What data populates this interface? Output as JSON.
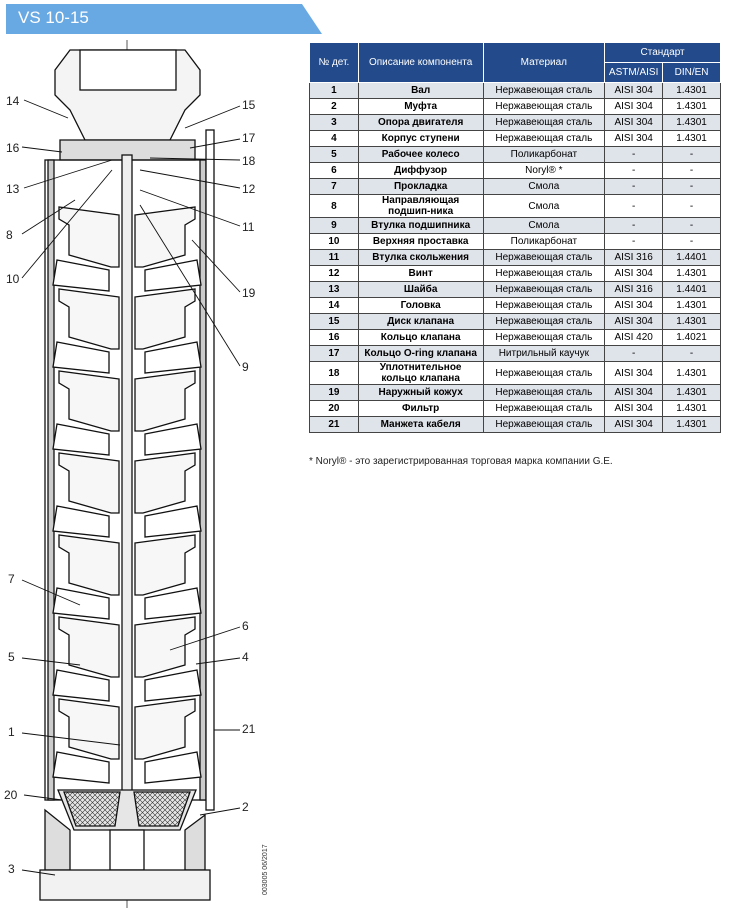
{
  "header": {
    "title": "VS 10-15",
    "color": "#69a9e3"
  },
  "table": {
    "headers": {
      "num": "№ дет.",
      "desc": "Описание компонента",
      "material": "Материал",
      "standard": "Стандарт",
      "astm": "ASTM/AISI",
      "din": "DIN/EN"
    },
    "rows": [
      {
        "num": "1",
        "desc": "Вал",
        "material": "Нержавеющая сталь",
        "astm": "AISI 304",
        "din": "1.4301"
      },
      {
        "num": "2",
        "desc": "Муфта",
        "material": "Нержавеющая сталь",
        "astm": "AISI 304",
        "din": "1.4301"
      },
      {
        "num": "3",
        "desc": "Опора двигателя",
        "material": "Нержавеющая сталь",
        "astm": "AISI 304",
        "din": "1.4301"
      },
      {
        "num": "4",
        "desc": "Корпус ступени",
        "material": "Нержавеющая сталь",
        "astm": "AISI 304",
        "din": "1.4301"
      },
      {
        "num": "5",
        "desc": "Рабочее колесо",
        "material": "Поликарбонат",
        "astm": "-",
        "din": "-"
      },
      {
        "num": "6",
        "desc": "Диффузор",
        "material": "Noryl® *",
        "astm": "-",
        "din": "-"
      },
      {
        "num": "7",
        "desc": "Прокладка",
        "material": "Смола",
        "astm": "-",
        "din": "-"
      },
      {
        "num": "8",
        "desc": "Направляющая подшип-ника",
        "material": "Смола",
        "astm": "-",
        "din": "-"
      },
      {
        "num": "9",
        "desc": "Втулка подшипника",
        "material": "Смола",
        "astm": "-",
        "din": "-"
      },
      {
        "num": "10",
        "desc": "Верхняя проставка",
        "material": "Поликарбонат",
        "astm": "-",
        "din": "-"
      },
      {
        "num": "11",
        "desc": "Втулка скольжения",
        "material": "Нержавеющая сталь",
        "astm": "AISI 316",
        "din": "1.4401"
      },
      {
        "num": "12",
        "desc": "Винт",
        "material": "Нержавеющая сталь",
        "astm": "AISI 304",
        "din": "1.4301"
      },
      {
        "num": "13",
        "desc": "Шайба",
        "material": "Нержавеющая сталь",
        "astm": "AISI 316",
        "din": "1.4401"
      },
      {
        "num": "14",
        "desc": "Головка",
        "material": "Нержавеющая сталь",
        "astm": "AISI 304",
        "din": "1.4301"
      },
      {
        "num": "15",
        "desc": "Диск клапана",
        "material": "Нержавеющая сталь",
        "astm": "AISI 304",
        "din": "1.4301"
      },
      {
        "num": "16",
        "desc": "Кольцо клапана",
        "material": "Нержавеющая сталь",
        "astm": "AISI 420",
        "din": "1.4021"
      },
      {
        "num": "17",
        "desc": "Кольцо O-ring клапана",
        "material": "Нитрильный каучук",
        "astm": "-",
        "din": "-"
      },
      {
        "num": "18",
        "desc": "Уплотнительное кольцо клапана",
        "material": "Нержавеющая сталь",
        "astm": "AISI 304",
        "din": "1.4301"
      },
      {
        "num": "19",
        "desc": "Наружный кожух",
        "material": "Нержавеющая сталь",
        "astm": "AISI 304",
        "din": "1.4301"
      },
      {
        "num": "20",
        "desc": "Фильтр",
        "material": "Нержавеющая сталь",
        "astm": "AISI 304",
        "din": "1.4301"
      },
      {
        "num": "21",
        "desc": "Манжета кабеля",
        "material": "Нержавеющая сталь",
        "astm": "AISI 304",
        "din": "1.4301"
      }
    ],
    "header_color": "#234a8a",
    "stripe_color": "#dfe3ea"
  },
  "footnote": "* Noryl® - это зарегистрированная торговая марка компании G.E.",
  "doc_id": "003005 06/2017",
  "callouts": [
    "14",
    "16",
    "13",
    "8",
    "10",
    "7",
    "5",
    "1",
    "20",
    "3",
    "15",
    "17",
    "18",
    "12",
    "11",
    "19",
    "9",
    "6",
    "4",
    "21",
    "2"
  ]
}
